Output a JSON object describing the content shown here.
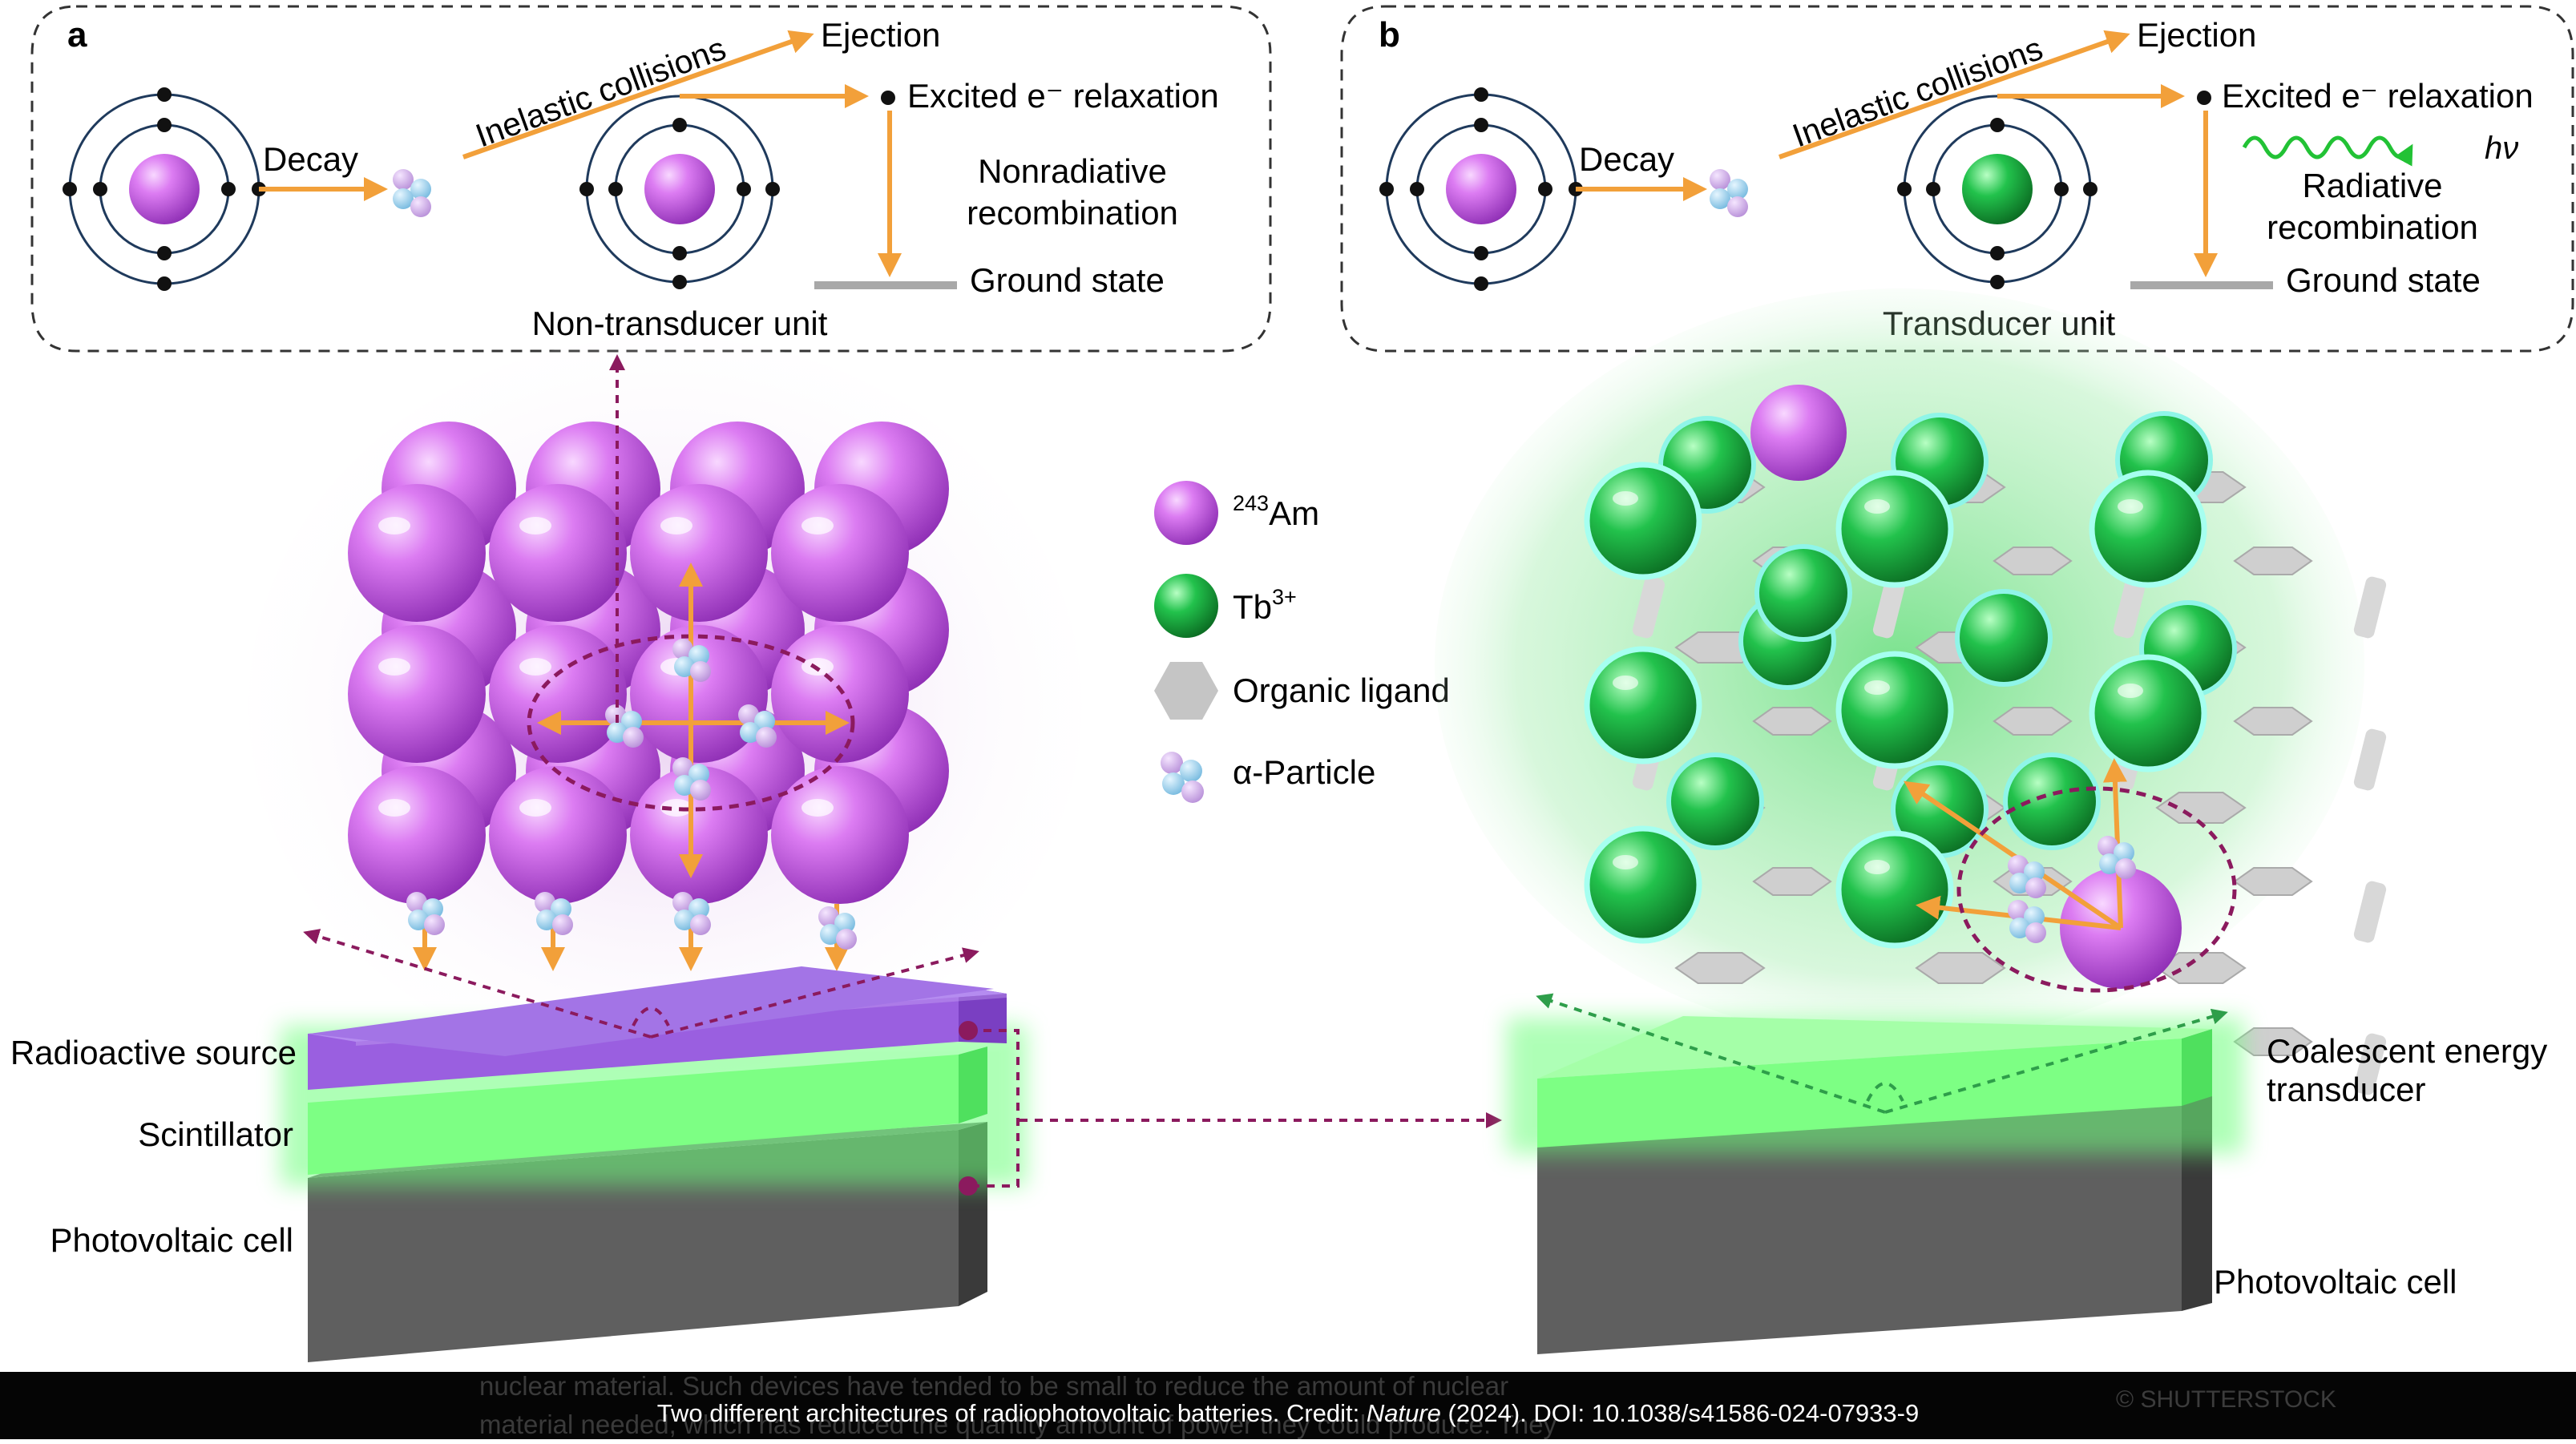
{
  "panel_a": {
    "letter": "a",
    "decay": "Decay",
    "inelastic": "Inelastic collisions",
    "ejection": "Ejection",
    "excited": "Excited e⁻  relaxation",
    "recomb_line1": "Nonradiative",
    "recomb_line2": "recombination",
    "ground": "Ground state",
    "unit": "Non-transducer unit"
  },
  "panel_b": {
    "letter": "b",
    "decay": "Decay",
    "inelastic": "Inelastic collisions",
    "ejection": "Ejection",
    "excited": "Excited e⁻  relaxation",
    "photon": "hν",
    "recomb_line1": "Radiative",
    "recomb_line2": "recombination",
    "ground": "Ground state",
    "unit": "Transducer unit"
  },
  "legend": {
    "am_sup": "243",
    "am_base": "Am",
    "tb_base": "Tb",
    "tb_sup": "3+",
    "ligand": "Organic ligand",
    "alpha": "α-Particle"
  },
  "device_left": {
    "source": "Radioactive source",
    "scintillator": "Scintillator",
    "pv": "Photovoltaic cell"
  },
  "device_right": {
    "coalescent_line1": "Coalescent energy",
    "coalescent_line2": "transducer",
    "pv": "Photovoltaic cell"
  },
  "caption": {
    "before": "Two different architectures of radiophotovoltaic batteries. Credit: ",
    "journal": "Nature",
    "after": " (2024). DOI: 10.1038/s41586-024-07933-9"
  },
  "background_text": {
    "line1": "nuclear material. Such devices have tended to be small to reduce the amount of nuclear",
    "line2": "material needed, which has reduced the quantity amount of power they could produce. They",
    "watermark": "© SHUTTERSTOCK"
  },
  "colors": {
    "americium": "#cc66e8",
    "terbium": "#22b84a",
    "arrow": "#f2a03a",
    "dashed_path": "#8b1a5e",
    "radioactive_source": "#9a5fe0",
    "scintillator": "#7dff84",
    "photovoltaic": "#5a5a5a"
  }
}
